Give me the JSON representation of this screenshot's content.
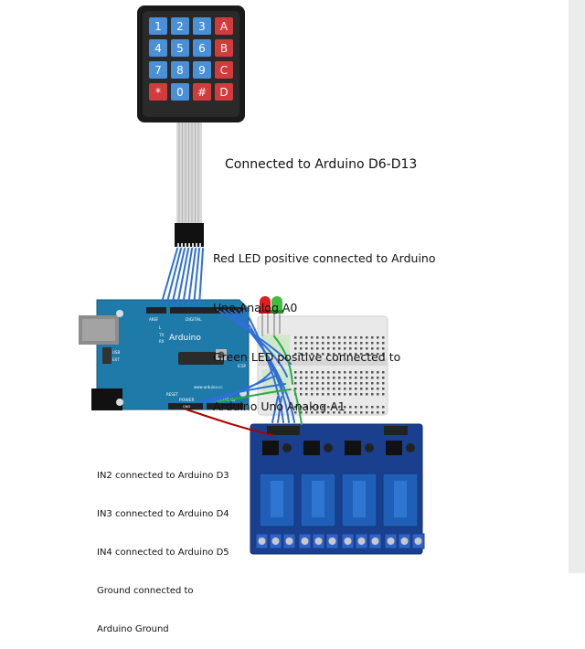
{
  "keypad": {
    "keys": [
      [
        "1",
        "2",
        "3",
        "A"
      ],
      [
        "4",
        "5",
        "6",
        "B"
      ],
      [
        "7",
        "8",
        "9",
        "C"
      ],
      [
        "*",
        "0",
        "#",
        "D"
      ]
    ],
    "colors": {
      "number": "#4a90d9",
      "letter": "#d23b3b",
      "star": "#d23b3b",
      "hash": "#d23b3b",
      "body": "#1a1a1a"
    }
  },
  "arduino": {
    "brand": "Arduino",
    "url": "www.arduino.cc",
    "header_labels": {
      "digital": "DIGITAL",
      "power": "POWER",
      "analog": "ANALOG IN",
      "aref": "AREF",
      "gnd": "GND",
      "reset": "RESET",
      "icsp": "ICSP",
      "usb": "USB",
      "ext": "EXT"
    },
    "pin_labels": {
      "tx": "TX",
      "rx": "RX",
      "l": "L"
    },
    "board_color": "#1e7aa8"
  },
  "relay": {
    "board_color": "#1a3f8f",
    "relay_color": "#1f5fb8",
    "channels": 4
  },
  "notes": {
    "keypad_connection": "Connected to Arduino D6-D13",
    "led_lines": [
      "Red LED positive connected to Arduino",
      "Uno Analog A0",
      "Green LED positive connected to",
      "Arduino Uno Analog A1"
    ],
    "relay_lines": [
      "IN2 connected to Arduino D3",
      "IN3 connected to Arduino D4",
      "IN4 connected to Arduino D5",
      "Ground connected to",
      "Arduino Ground"
    ]
  },
  "colors": {
    "wire_blue": "#2f6fd6",
    "wire_green": "#2ea84a",
    "wire_red": "#b00000",
    "ribbon": "#c8c8c8"
  }
}
